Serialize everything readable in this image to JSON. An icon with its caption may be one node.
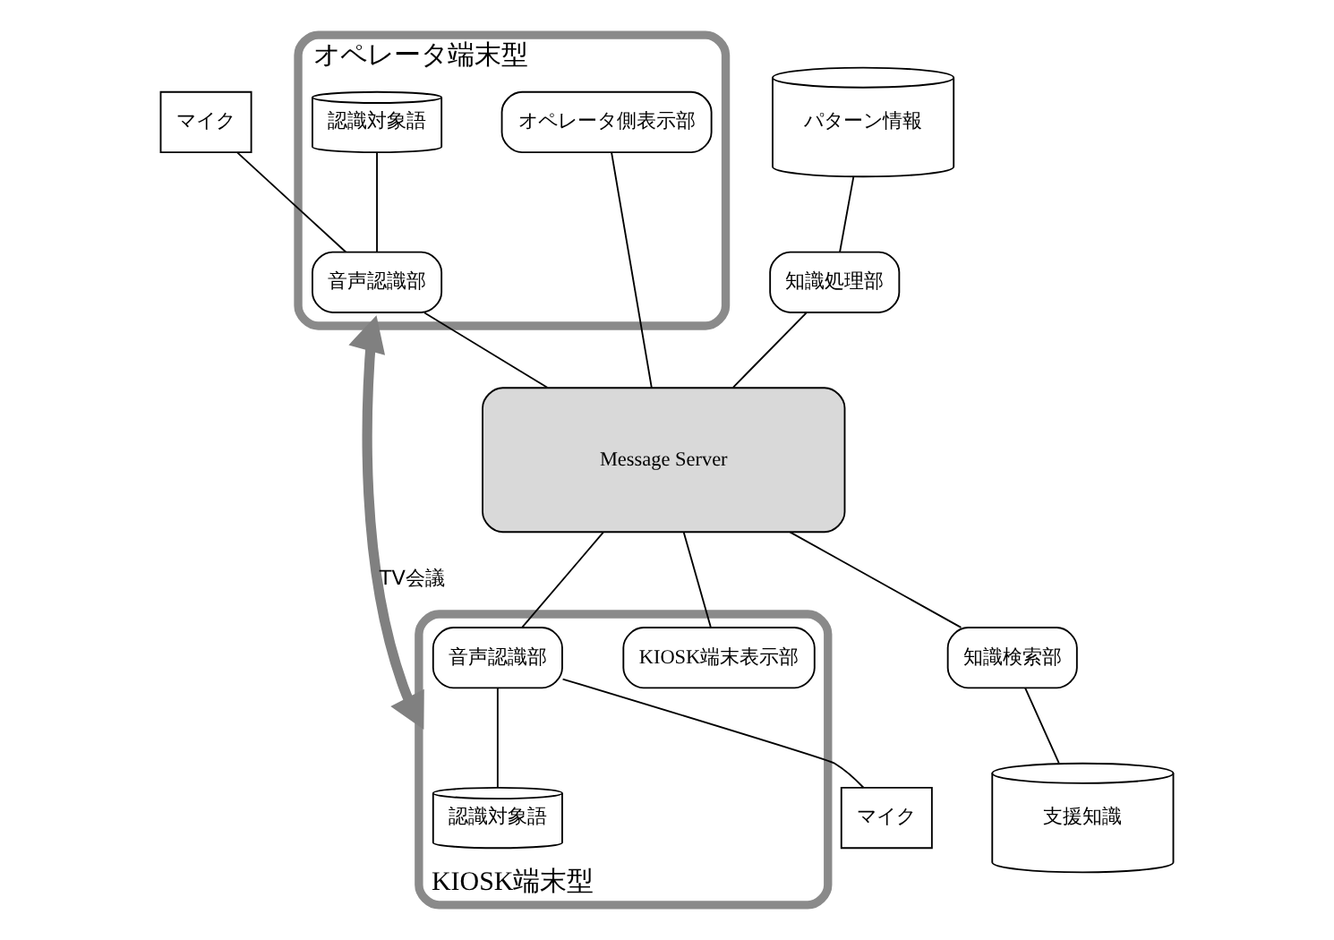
{
  "diagram": {
    "nodes": [
      {
        "text": [
          "オペレータ端末型"
        ]
      },
      {
        "text": [
          "マイク"
        ]
      },
      {
        "text": [
          "認識対象語"
        ],
        "in": 0
      },
      {
        "text": [
          "オペレータ側表示部"
        ],
        "in": 0
      },
      {
        "text": [
          "音声認識部"
        ],
        "in": 0
      },
      {
        "text": [
          "パターン情報"
        ]
      },
      {
        "text": [
          "知識処理部"
        ]
      },
      {
        "text": [
          "Message Server"
        ]
      },
      {
        "text": [
          "KIOSK端末型"
        ]
      },
      {
        "text": [
          "KIOSK端末表示部"
        ],
        "in": 8
      },
      {
        "text": [
          "音声認識部"
        ],
        "in": 8
      },
      {
        "text": [
          "認識対象語"
        ],
        "in": 8
      },
      {
        "text": [
          "知識検索部"
        ]
      },
      {
        "text": [
          "支援知識"
        ]
      },
      {
        "text": [
          "マイク"
        ]
      }
    ],
    "edges": [
      {
        "from": 1,
        "to": 4,
        "arrow": "none"
      },
      {
        "from": 2,
        "to": 4,
        "arrow": "none"
      },
      {
        "from": 3,
        "to": 7,
        "arrow": "none"
      },
      {
        "from": 4,
        "to": 7,
        "arrow": "none"
      },
      {
        "from": 5,
        "to": 6,
        "arrow": "none"
      },
      {
        "from": 6,
        "to": 7,
        "arrow": "none"
      },
      {
        "from": 0,
        "to": 8,
        "arrow": "both",
        "label": "TV会議",
        "style": "thick",
        "color": "#808080"
      },
      {
        "from": 7,
        "to": 12,
        "arrow": "none"
      },
      {
        "from": 12,
        "to": 13,
        "arrow": "none"
      },
      {
        "from": 7,
        "to": 9,
        "arrow": "none"
      },
      {
        "from": 7,
        "to": 10,
        "arrow": "none"
      },
      {
        "from": 10,
        "to": 11,
        "arrow": "none"
      },
      {
        "from": 14,
        "to": 10,
        "arrow": "none"
      }
    ]
  }
}
